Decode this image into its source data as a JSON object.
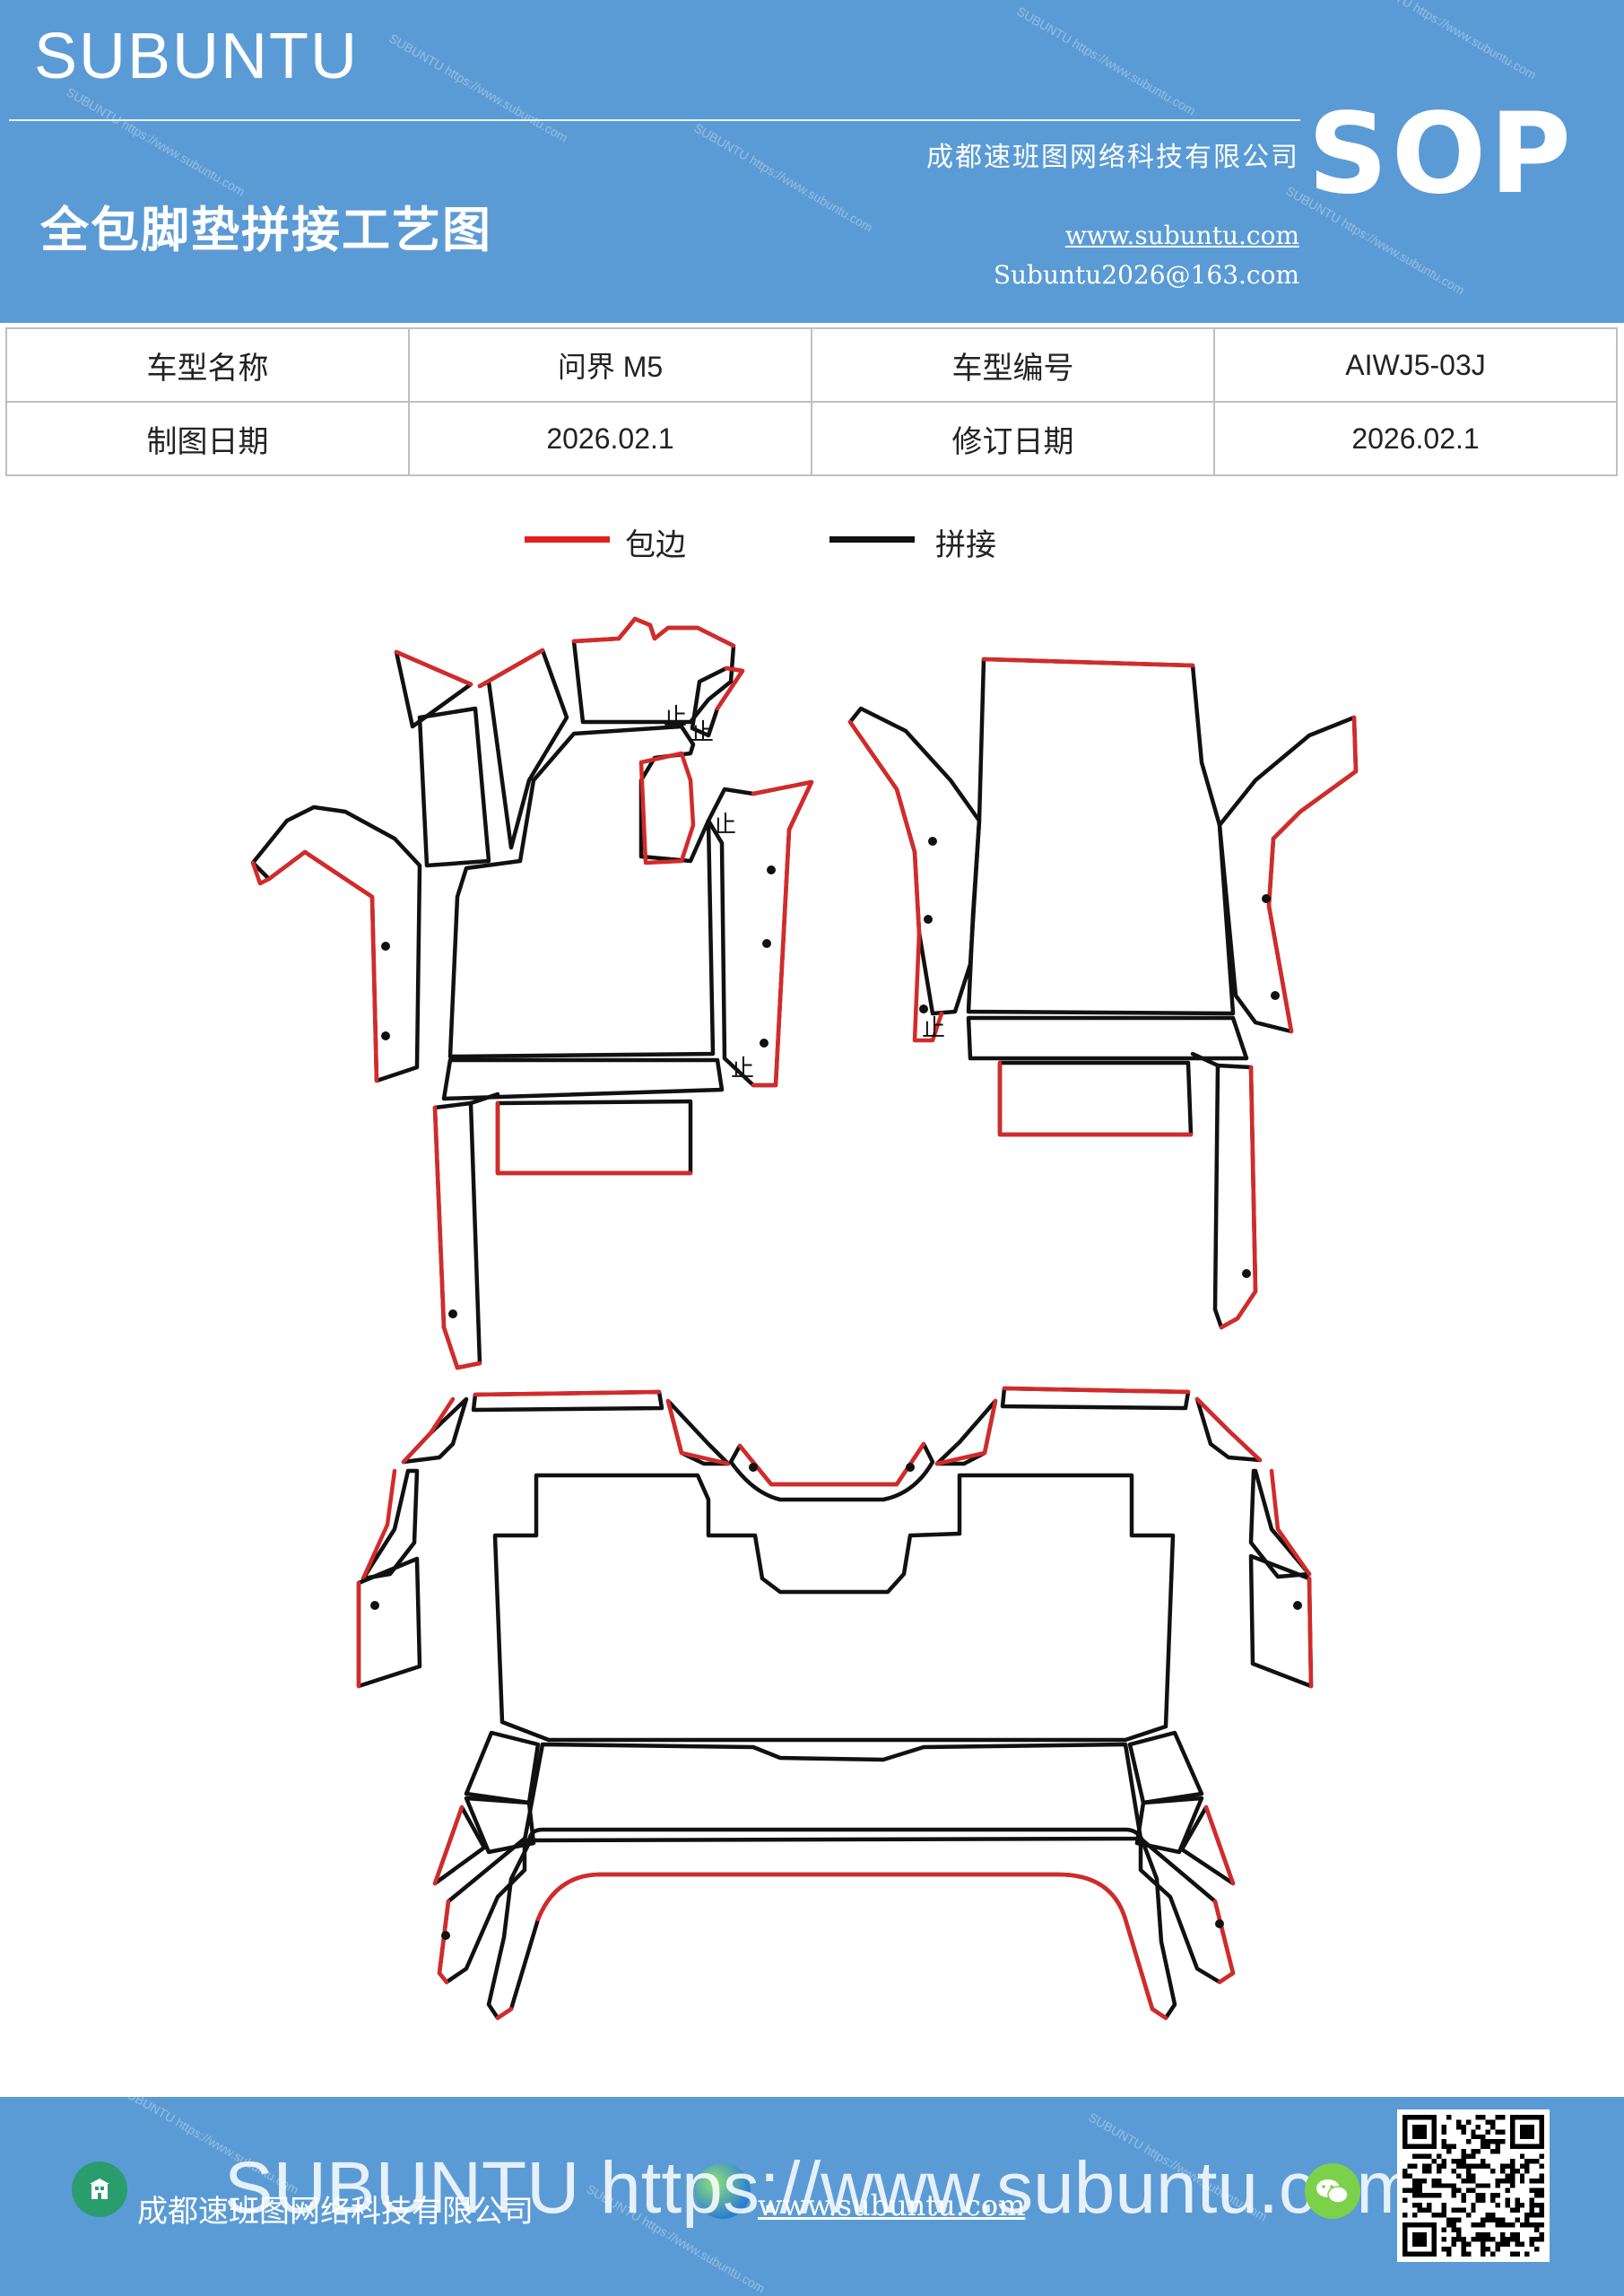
{
  "header": {
    "brand": "SUBUNTU",
    "company": "成都速班图网络科技有限公司",
    "title": "全包脚垫拼接工艺图",
    "website": "www.subuntu.com",
    "email": "Subuntu2026@163.com",
    "badge": "SOP",
    "watermark": "SUBUNTU https://www.subuntu.com"
  },
  "info_table": {
    "rows": [
      [
        "车型名称",
        "问界 M5",
        "车型编号",
        "AIWJ5-03J"
      ],
      [
        "制图日期",
        "2026.02.1",
        "修订日期",
        "2026.02.1"
      ]
    ]
  },
  "legend": {
    "items": [
      {
        "label": "包边",
        "color": "#e02020"
      },
      {
        "label": "拼接",
        "color": "#111111"
      }
    ]
  },
  "diagram": {
    "stop_mark": "止",
    "colors": {
      "edge": "#d42a2a",
      "seam": "#111111"
    }
  },
  "footer": {
    "company": "成都速班图网络科技有限公司",
    "website": "www.subuntu.com",
    "overlay": "SUBUNTU https://www.subuntu.com",
    "icons": [
      "building-icon",
      "globe-icon",
      "wechat-icon",
      "qr-code"
    ]
  }
}
